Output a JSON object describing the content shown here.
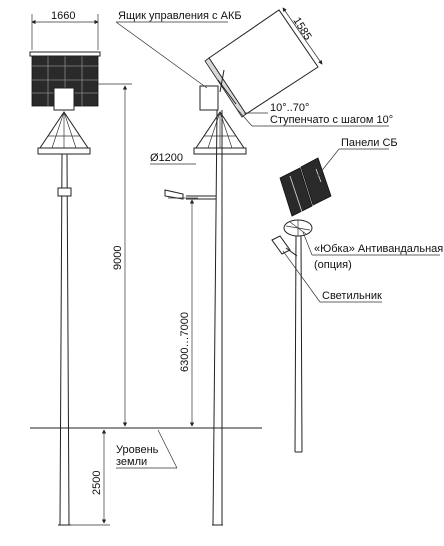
{
  "dimensions": {
    "panel_width": "1660",
    "panel_diagonal": "1585",
    "skirt_diameter": "Ø1200",
    "total_height": "9000",
    "lamp_height": "6300…7000",
    "underground_depth": "2500",
    "tilt_range": "10°..70°"
  },
  "labels": {
    "battery_box": "Ящик управления с АКБ",
    "tilt_step": "Ступенчато с шагом 10°",
    "solar_panels": "Панели СБ",
    "skirt_line1": "«Юбка» Антивандальная",
    "skirt_line2": "(опция)",
    "luminaire": "Светильник",
    "ground_line1": "Уровень",
    "ground_line2": "земли"
  },
  "colors": {
    "line": "#222222",
    "panel_fill": "#2a2a2a",
    "background": "#ffffff"
  }
}
